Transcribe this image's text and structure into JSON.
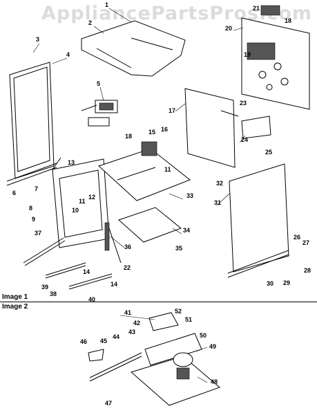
{
  "watermark": "AppliancePartsPros.com",
  "sections": [
    {
      "label": "Image 1"
    },
    {
      "label": "Image 2"
    }
  ],
  "callouts": [
    "1",
    "2",
    "3",
    "4",
    "5",
    "6",
    "7",
    "8",
    "9",
    "10",
    "11",
    "12",
    "13",
    "14",
    "14",
    "15",
    "16",
    "17",
    "18",
    "18",
    "19",
    "20",
    "21",
    "22",
    "23",
    "24",
    "25",
    "26",
    "27",
    "28",
    "29",
    "30",
    "31",
    "32",
    "33",
    "34",
    "35",
    "36",
    "37",
    "38",
    "39",
    "40",
    "41",
    "42",
    "43",
    "44",
    "45",
    "46",
    "47",
    "48",
    "49",
    "50",
    "51",
    "52",
    "11"
  ]
}
